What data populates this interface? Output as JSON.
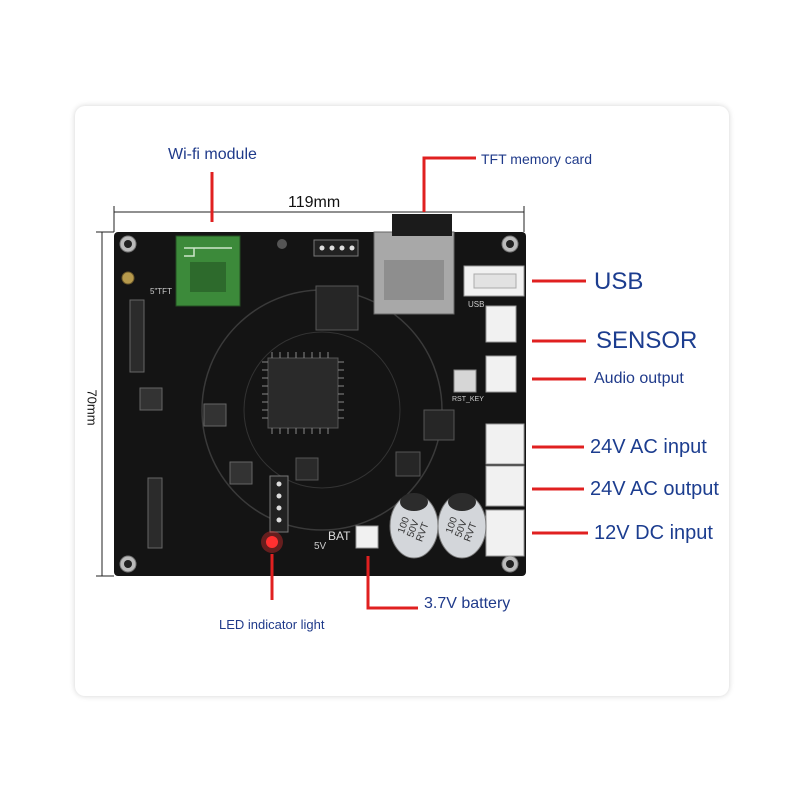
{
  "dimensions": {
    "width": "119mm",
    "height": "70mm"
  },
  "callouts": {
    "wifi": "Wi-fi module",
    "tft": "TFT memory card",
    "usb": "USB",
    "sensor": "SENSOR",
    "audio": "Audio output",
    "ac_in": "24V AC input",
    "ac_out": "24V AC output",
    "dc_in": "12V DC input",
    "battery": "3.7V battery",
    "led": "LED indicator light"
  },
  "board_silkscreen": {
    "bat": "BAT",
    "five_v": "5V",
    "usb_label": "USB",
    "rst": "RST_KEY",
    "tft_label": "5\"TFT",
    "cap_left": [
      "100",
      "50V",
      "RVT"
    ],
    "cap_right": [
      "100",
      "50V",
      "RVT"
    ]
  },
  "colors": {
    "callout_line": "#e02020",
    "label_text": "#1f3a8a",
    "board": "#121212",
    "wifi_module": "#3c8a3a"
  }
}
